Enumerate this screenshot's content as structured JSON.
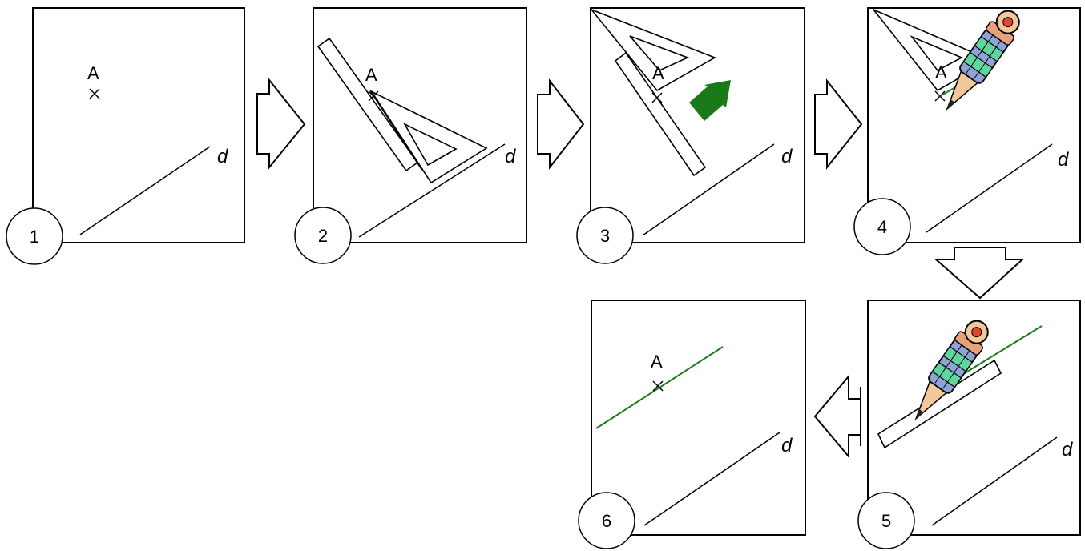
{
  "diagram": {
    "point_label": "A",
    "line_label": "d",
    "steps": [
      "1",
      "2",
      "3",
      "4",
      "5",
      "6"
    ]
  },
  "colors": {
    "parallel_line": "#1e7d1e",
    "arrow": "#1a7a1a",
    "pencil_body": "#f2c79a",
    "pencil_band": "#5fd5a0"
  },
  "icons": [
    "pencil-icon",
    "cross-mark-icon",
    "green-arrow-icon",
    "set-square-icon",
    "ruler-icon"
  ]
}
